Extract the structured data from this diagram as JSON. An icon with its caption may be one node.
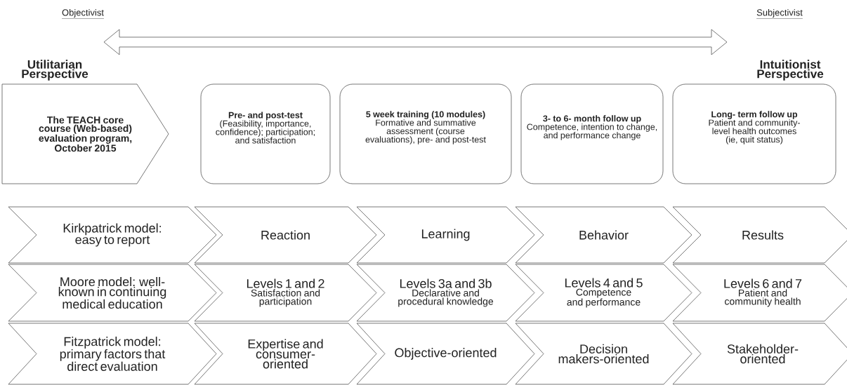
{
  "diagram": {
    "nodes": [
      {
        "text": [
          "The TEACH core course (Web-based) evaluation program, October 2015"
        ]
      },
      {
        "text": [
          "Pre- and post-test",
          "(Feasibility, importance, confidence); participation; and satisfaction"
        ]
      },
      {
        "text": [
          "5 week training (10 modules)",
          "Formative and summative assessment (course evaluations), pre- and post-test"
        ]
      },
      {
        "text": [
          "3- to 6- month follow up",
          "Competence, intention to change, and performance change"
        ]
      },
      {
        "text": [
          "Long- term follow up",
          "Patient and community-level health outcomes (ie, quit status)"
        ]
      },
      {
        "text": [
          "Kirkpatrick model: easy to report"
        ]
      },
      {
        "text": [
          "Reaction"
        ]
      },
      {
        "text": [
          "Learning"
        ]
      },
      {
        "text": [
          "Behavior"
        ]
      },
      {
        "text": [
          "Results"
        ]
      },
      {
        "text": [
          "Moore model: well-known in continuing medical education"
        ]
      },
      {
        "text": [
          "Levels 1 and 2",
          "Satisfaction and participation"
        ]
      },
      {
        "text": [
          "Levels 3a and 3b",
          "Declarative and procedural knowledge"
        ]
      },
      {
        "text": [
          "Levels 4 and 5",
          "Competence and performance"
        ]
      },
      {
        "text": [
          "Levels 6 and 7",
          "Patient and community health"
        ]
      },
      {
        "text": [
          "Fitzpatrick model: primary factors that direct evaluation"
        ]
      },
      {
        "text": [
          "Expertise and consumer-oriented"
        ]
      },
      {
        "text": [
          "Objective-oriented"
        ]
      },
      {
        "text": [
          "Decision makers-oriented"
        ]
      },
      {
        "text": [
          "Stakeholder-oriented"
        ]
      }
    ],
    "labels": [
      "Objectivist",
      "Subjectivist",
      "Utilitarian Perspective",
      "Intuitionist Perspective"
    ]
  }
}
